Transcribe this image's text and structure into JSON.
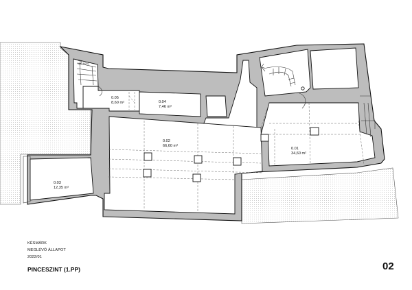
{
  "rooms": [
    {
      "id": "0.01",
      "area": "34,60 m²"
    },
    {
      "id": "0.02",
      "area": "66,60 m²"
    },
    {
      "id": "0.03",
      "area": "12,35 m²"
    },
    {
      "id": "0.04",
      "area": "7,46 m²"
    },
    {
      "id": "0.05",
      "area": "8,60 m²"
    }
  ],
  "stair_note": "12x18/202",
  "info": {
    "location": "KÉSMÁRK",
    "status": "MEGLÉVŐ ÁLLAPOT",
    "date": "2022/01"
  },
  "floor_name": "PINCESZINT (1.PP)",
  "sheet_number": "02",
  "colors": {
    "wall": "#bdbdbd",
    "line": "#111111",
    "background": "#ffffff"
  }
}
